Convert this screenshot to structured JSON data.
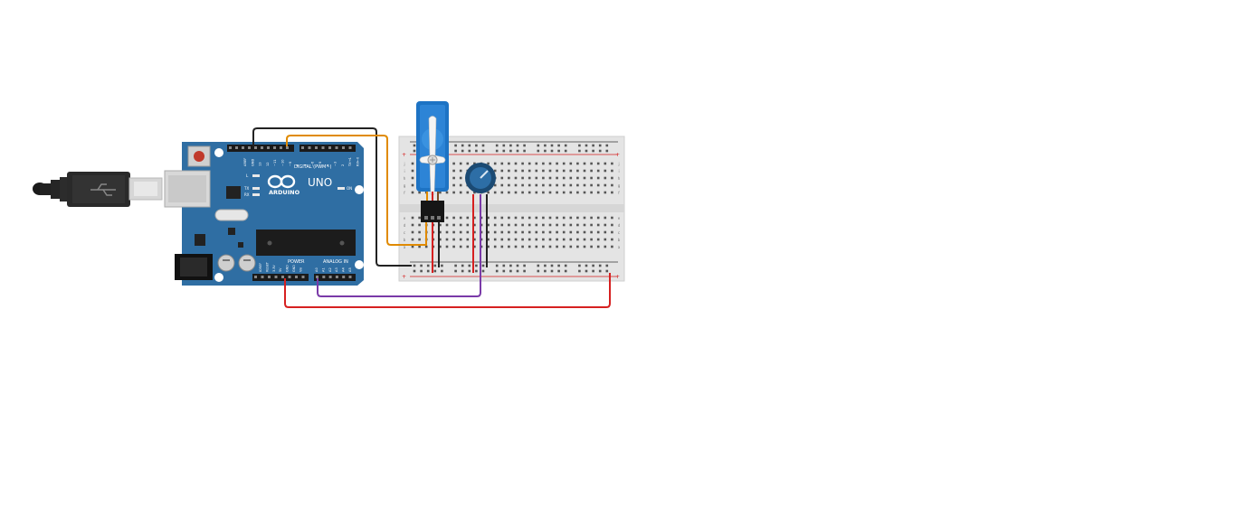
{
  "arduino": {
    "brand": "ARDUINO",
    "model": "UNO",
    "digital_label": "DIGITAL (PWM~)",
    "power_label": "POWER",
    "analog_label": "ANALOG IN",
    "led_on": "ON",
    "led_l": "L",
    "led_tx": "TX",
    "led_rx": "RX",
    "aref": "AREF",
    "gnd": "GND",
    "digital_pins": [
      "13",
      "12",
      "~11",
      "~10",
      "~9",
      "8",
      "7",
      "~6",
      "~5",
      "4",
      "~3",
      "2",
      "TX→1",
      "RX←0"
    ],
    "power_pins": [
      "IOREF",
      "RESET",
      "3.3V",
      "5V",
      "GND",
      "GND",
      "Vin"
    ],
    "analog_pins": [
      "A0",
      "A1",
      "A2",
      "A3",
      "A4",
      "A5"
    ]
  },
  "breadboard": {
    "row_letters_top": [
      "j",
      "i",
      "h",
      "g",
      "f"
    ],
    "row_letters_bottom": [
      "e",
      "d",
      "c",
      "b",
      "a"
    ],
    "rail_plus": "+",
    "rail_minus": "-"
  },
  "wires": {
    "gnd_color": "#222222",
    "signal_color": "#e08a00",
    "power_color": "#d62020",
    "analog_color": "#7a3aa8"
  },
  "colors": {
    "board_blue": "#2f6ea3",
    "servo_blue": "#1d73c4",
    "breadboard": "#e4e4e4"
  }
}
